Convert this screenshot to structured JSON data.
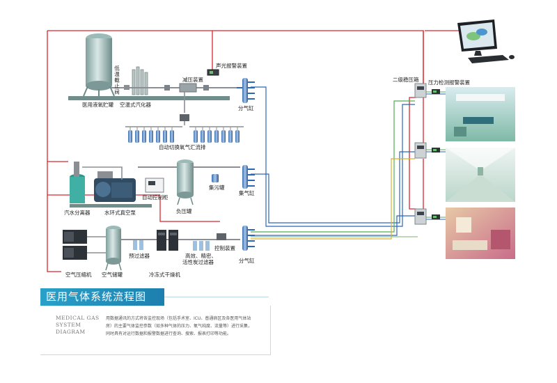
{
  "labels": {
    "lox_tank": "医用液氧贮罐",
    "low_temp_valve": "低温截止阀",
    "vaporizer": "空温式汽化器",
    "pressure_reducer": "减压装置",
    "sound_light_alarm": "声光报警装置",
    "gas_cylinder_1": "分气缸",
    "auto_manifold": "自动切换氧气汇流排",
    "secondary_regulator": "二级稳压箱",
    "pressure_alarm": "压力检测报警装置",
    "steam_separator": "汽水分离器",
    "vacuum_pump": "水环式真空泵",
    "auto_control_cabinet": "自动控制柜",
    "negative_tank": "负压罐",
    "sewage_tank": "集污罐",
    "gas_collector": "集气缸",
    "air_compressor": "空气压缩机",
    "air_tank": "空气储罐",
    "pre_filter": "预过滤器",
    "refrigerated_dryer": "冷冻式干燥机",
    "filters_line1": "高效、精密、",
    "filters_line2": "活性炭过滤器",
    "control_device": "控制装置",
    "gas_cylinder_2": "分气缸"
  },
  "footer": {
    "title": "医用气体系统流程图",
    "english_title": [
      "MEDICAL GAS",
      "SYSTEM",
      "DIAGRAM"
    ],
    "description_lines": [
      "用数据通讯的方式将各监控现场（包括手术室、ICU、普通病区及各医用气体站",
      "房）的主要气体监控参数（如多种气体的压力、氧气纯度、流量等）进行采集，",
      "同时具有对运行数据和报警数据进行查询、搜索、报表打印等功能。"
    ]
  },
  "colors": {
    "red_line": "#d8262e",
    "blue_line": "#2b66b8",
    "green_line": "#4fae55",
    "yellow_line": "#d4b52a",
    "gray_pipe": "#8b8f94",
    "equipment_teal": "#8fb6b3",
    "title_band": "#2196c3"
  },
  "icons": {
    "monitor": "computer-monitor-icon",
    "keyboard": "keyboard-icon",
    "mouse": "mouse-icon"
  }
}
